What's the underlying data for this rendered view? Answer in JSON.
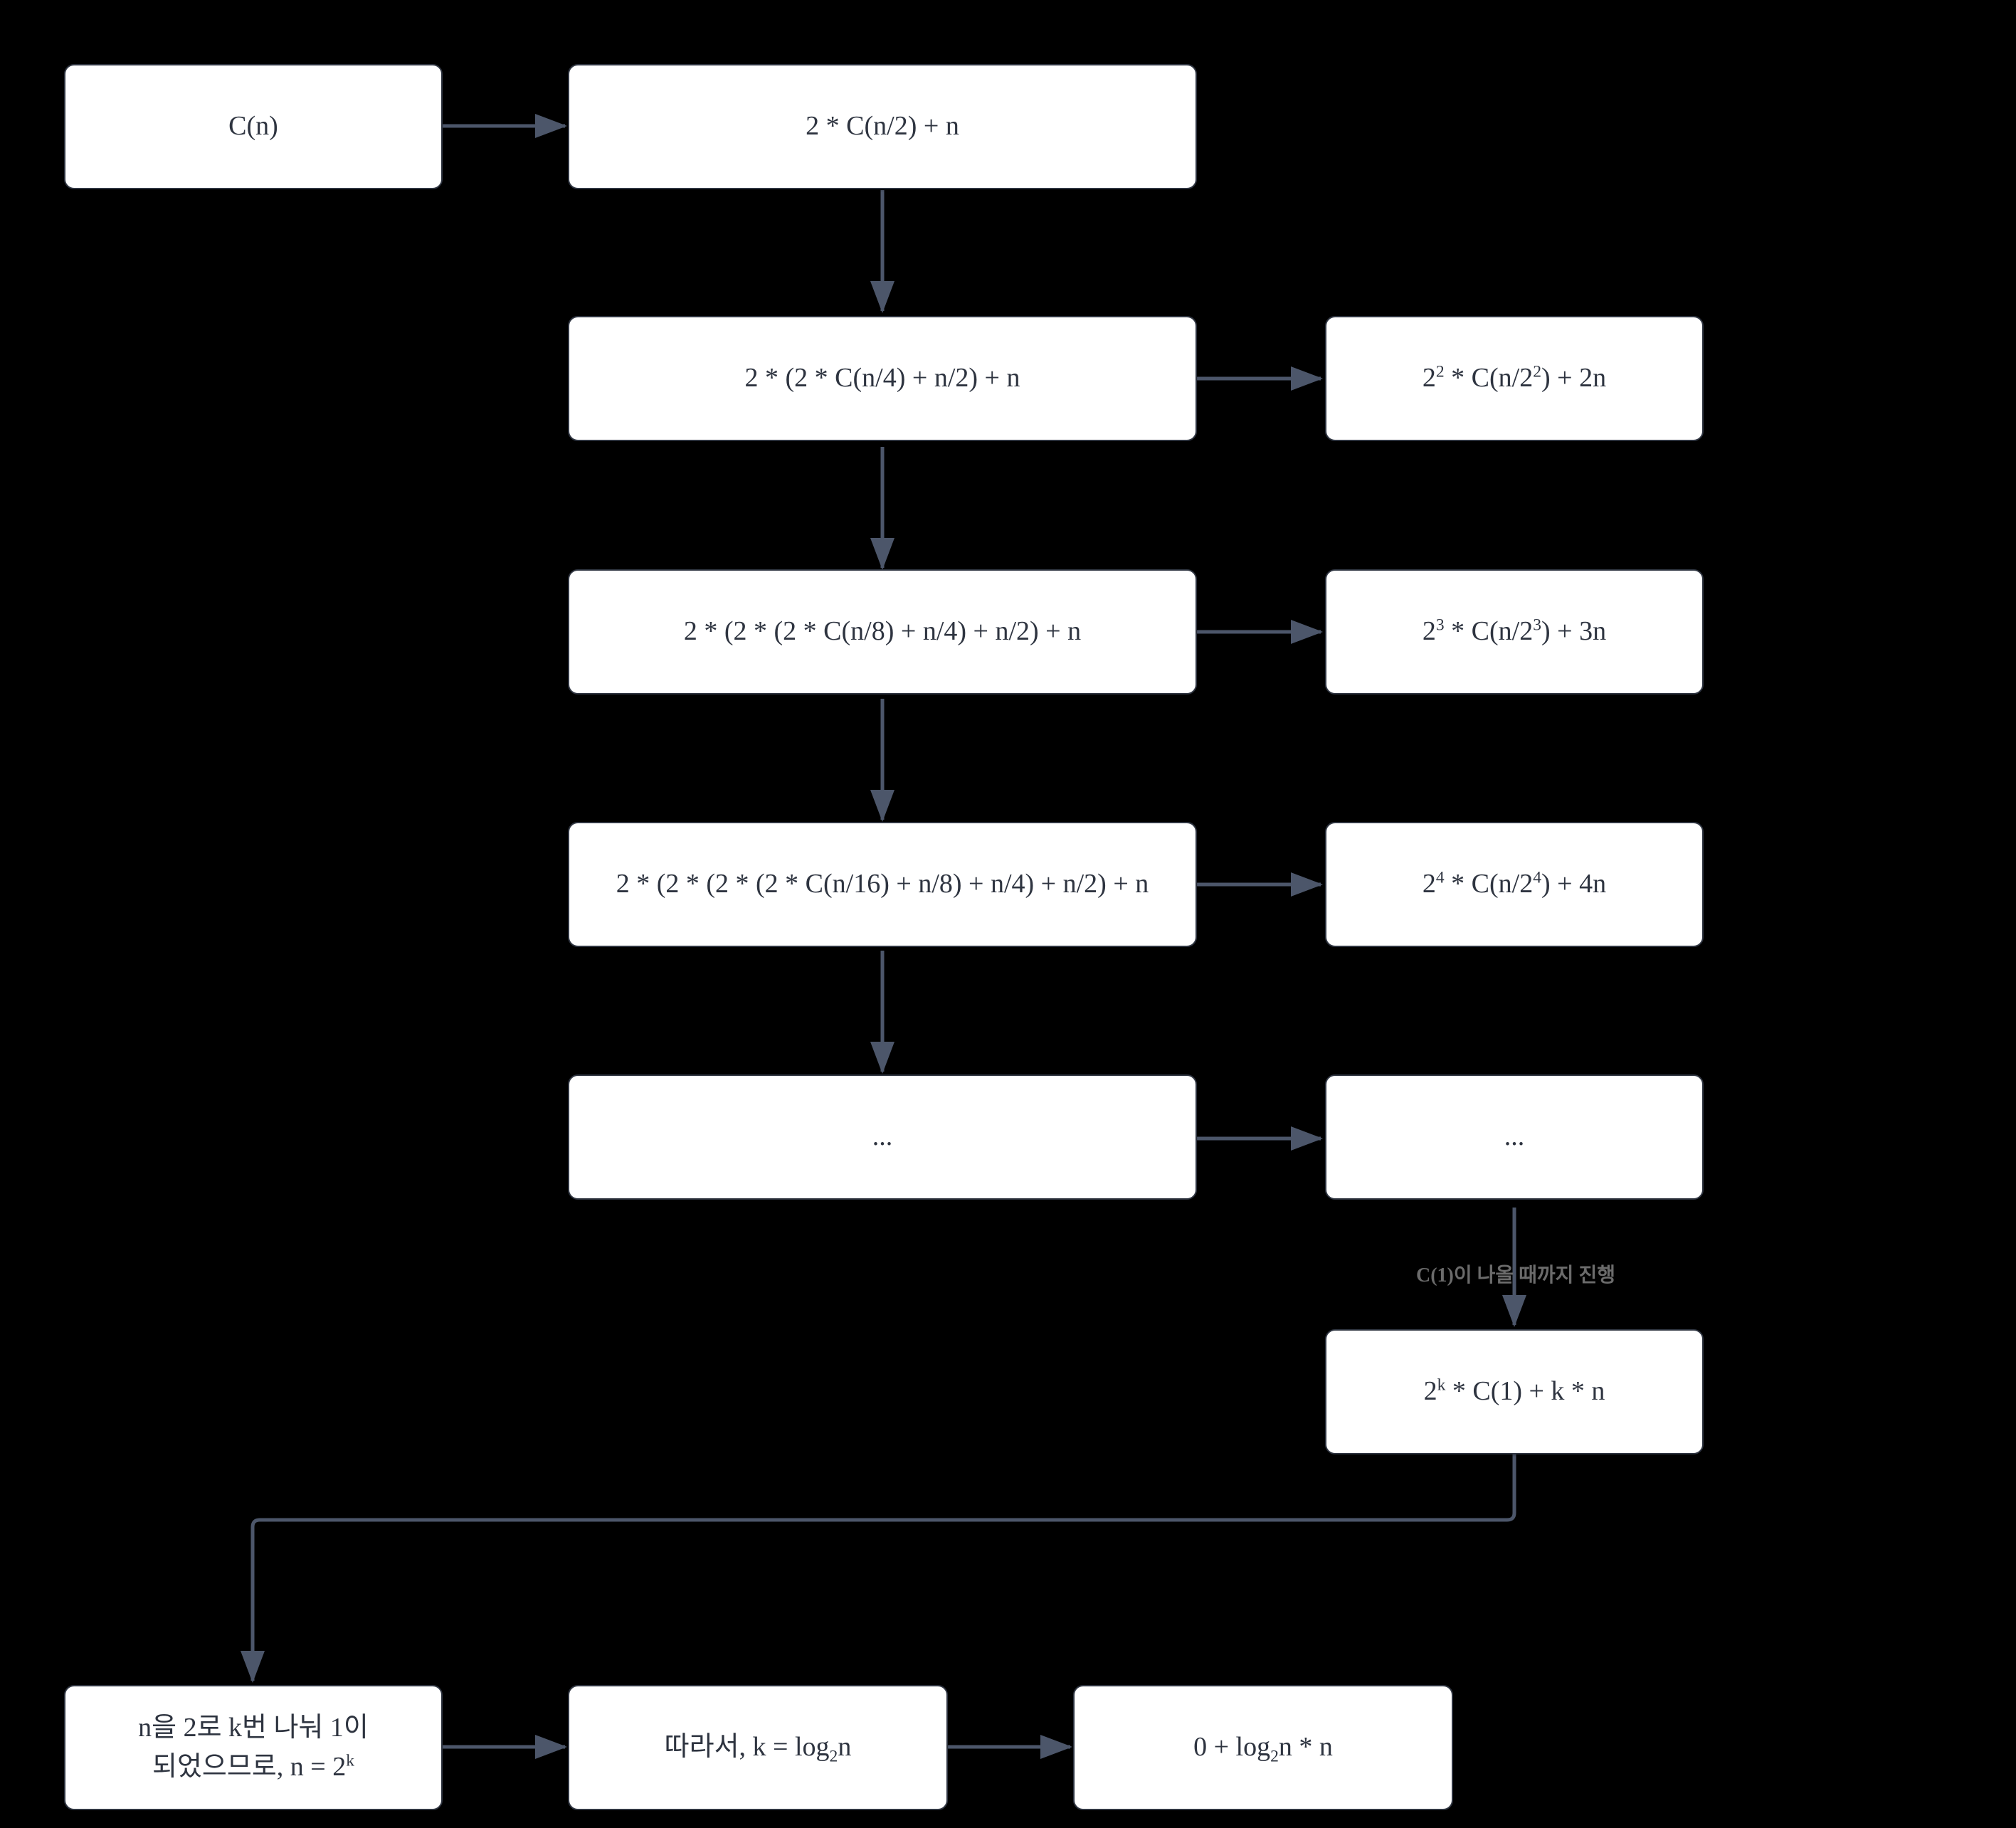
{
  "diagram": {
    "title": "Recurrence expansion of C(n) = 2 * C(n/2) + n",
    "background_color": "#000000",
    "node_fill": "#ffffff",
    "node_border": "#2e3440",
    "text_color": "#2e3440",
    "edge_color": "#4c566a",
    "edge_label_color": "#6b6b6b"
  },
  "nodes": {
    "cn": {
      "label": "C(n)"
    },
    "step1": {
      "label": "2 * C(n/2) + n"
    },
    "step2": {
      "label": "2 * (2 * C(n/4) + n/2) + n"
    },
    "step3": {
      "label": "2 * (2 * (2 * C(n/8) + n/4) + n/2) + n"
    },
    "step4": {
      "label": "2 * (2 * (2 * (2 * C(n/16) + n/8) + n/4) + n/2) + n"
    },
    "step5": {
      "label": "..."
    },
    "closed2": {
      "base": "2",
      "exp": "2",
      "mid": " * C(n/2",
      "mid_exp": "2",
      "tail": ") + 2n"
    },
    "closed3": {
      "base": "2",
      "exp": "3",
      "mid": " * C(n/2",
      "mid_exp": "3",
      "tail": ") + 3n"
    },
    "closed4": {
      "base": "2",
      "exp": "4",
      "mid": " * C(n/2",
      "mid_exp": "4",
      "tail": ") + 4n"
    },
    "closed5": {
      "label": "..."
    },
    "closedk": {
      "base": "2",
      "exp": "k",
      "tail": " * C(1) + k * n"
    },
    "derive_n": {
      "line1": "n을 2로 k번 나눠 1이",
      "line2_a": "되었으므로, n = 2",
      "line2_exp": "k"
    },
    "derive_k": {
      "pre": "따라서, k = log",
      "sub": "2",
      "post": "n"
    },
    "result": {
      "pre": "0 +  log",
      "sub": "2",
      "post": "n * n"
    }
  },
  "edge_labels": {
    "until_c1": "C(1)이 나올 때까지 진행"
  }
}
